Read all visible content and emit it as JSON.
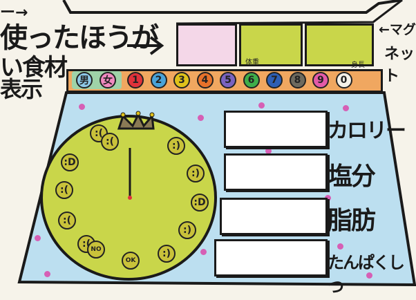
{
  "notes": {
    "top": "ー→",
    "line1": "使ったほうが",
    "line2": "い食材",
    "line3": "表示",
    "right1": "←マグ",
    "right2": "ネット"
  },
  "top_panel": {
    "weight_label": "体重",
    "height_label": "身長"
  },
  "gender_buttons": [
    "男",
    "女"
  ],
  "number_buttons": [
    {
      "label": "1",
      "color": "#e0323a"
    },
    {
      "label": "2",
      "color": "#4aa3d8"
    },
    {
      "label": "3",
      "color": "#e0c21a"
    },
    {
      "label": "4",
      "color": "#e8722a"
    },
    {
      "label": "5",
      "color": "#7a63c0"
    },
    {
      "label": "6",
      "color": "#3fae4a"
    },
    {
      "label": "7",
      "color": "#2d5fb5"
    },
    {
      "label": "8",
      "color": "#6e6a5e"
    },
    {
      "label": "9",
      "color": "#e45aa8"
    },
    {
      "label": "0",
      "color": "#f4f1e8"
    }
  ],
  "clock_faces": [
    ":(",
    ":)",
    ":)",
    ":D",
    ":)",
    ":)",
    ":D",
    ":(",
    ":(",
    ":(",
    ":(",
    "NO",
    "OK"
  ],
  "nutrients": [
    {
      "label": "カロリー"
    },
    {
      "label": "塩分"
    },
    {
      "label": "脂肪"
    },
    {
      "label": "たんぱくしつ"
    }
  ],
  "colors": {
    "panel_pink": "#f4d7e8",
    "panel_green": "#c9d64a",
    "number_bar_orange": "#f08b3a",
    "board_blue": "#bcdff0",
    "clock_green": "#c9c23a"
  }
}
